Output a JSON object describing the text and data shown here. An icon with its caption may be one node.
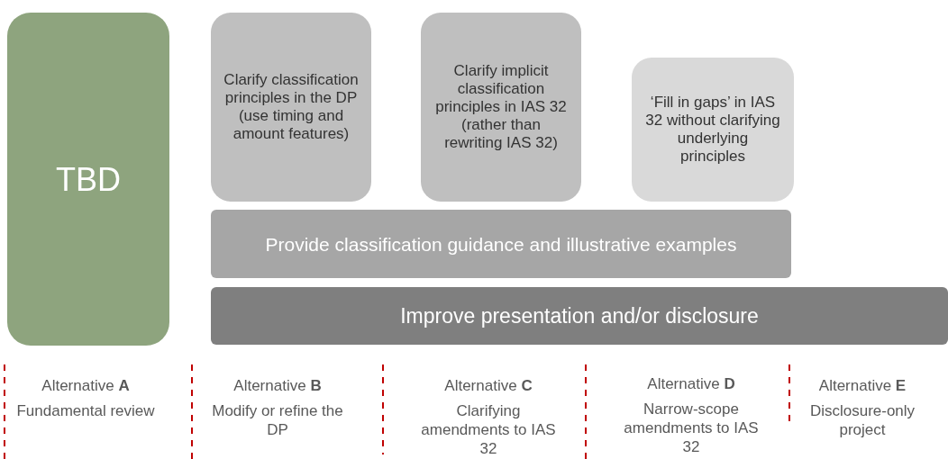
{
  "diagram": {
    "nodes": [
      {
        "text": [
          "TBD"
        ]
      },
      {
        "text": [
          "Clarify classification principles in the DP (use timing and amount features)"
        ]
      },
      {
        "text": [
          "Clarify implicit classification principles in IAS 32 (rather than rewriting IAS 32)"
        ]
      },
      {
        "text": [
          "‘Fill in gaps’ in IAS 32 without clarifying underlying principles"
        ]
      },
      {
        "text": [
          "Provide classification guidance and illustrative examples"
        ]
      },
      {
        "text": [
          "Improve presentation and/or disclosure"
        ]
      }
    ],
    "edges": [],
    "labels": [
      "Alternative **A**",
      "Fundamental review",
      "Alternative **B**",
      "Modify or refine the DP",
      "Alternative **C**",
      "Clarifying amendments to IAS 32",
      "Alternative **D**",
      "Narrow-scope amendments to IAS 32",
      "Alternative **E**",
      "Disclosure-only project"
    ]
  }
}
